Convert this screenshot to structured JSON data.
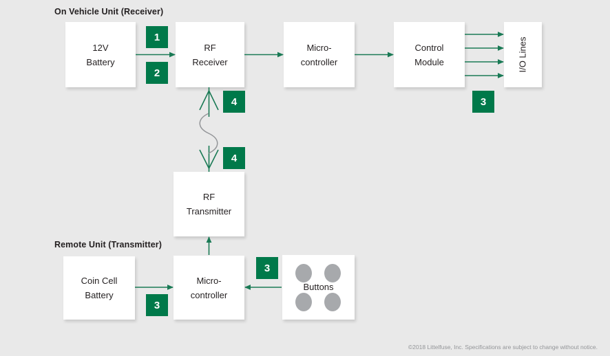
{
  "diagram": {
    "background_color": "#e9e9e9",
    "accent_color": "#00794a",
    "arrow_color": "#1a7a55",
    "wave_color": "#939598",
    "button_color": "#a7a9ac"
  },
  "sections": {
    "vehicle_title": "On Vehicle Unit (Receiver)",
    "remote_title": "Remote Unit (Transmitter)"
  },
  "boxes": {
    "battery_12v": {
      "line1": "12V",
      "line2": "Battery"
    },
    "rf_receiver": {
      "line1": "RF",
      "line2": "Receiver"
    },
    "micro_top": {
      "line1": "Micro-",
      "line2": "controller"
    },
    "control_module": {
      "line1": "Control",
      "line2": "Module"
    },
    "io_lines": {
      "label": "I/O Lines"
    },
    "rf_transmitter": {
      "line1": "RF",
      "line2": "Transmitter"
    },
    "coin_cell": {
      "line1": "Coin Cell",
      "line2": "Battery"
    },
    "micro_bottom": {
      "line1": "Micro-",
      "line2": "controller"
    },
    "buttons": {
      "label": "Buttons"
    }
  },
  "badges": {
    "b1": "1",
    "b2": "2",
    "b3_control": "3",
    "b4_upper": "4",
    "b4_lower": "4",
    "b3_buttons": "3",
    "b3_coin": "3"
  },
  "footer": {
    "copyright": "©2018 Littelfuse, Inc. Specifications are subject to change without notice."
  }
}
